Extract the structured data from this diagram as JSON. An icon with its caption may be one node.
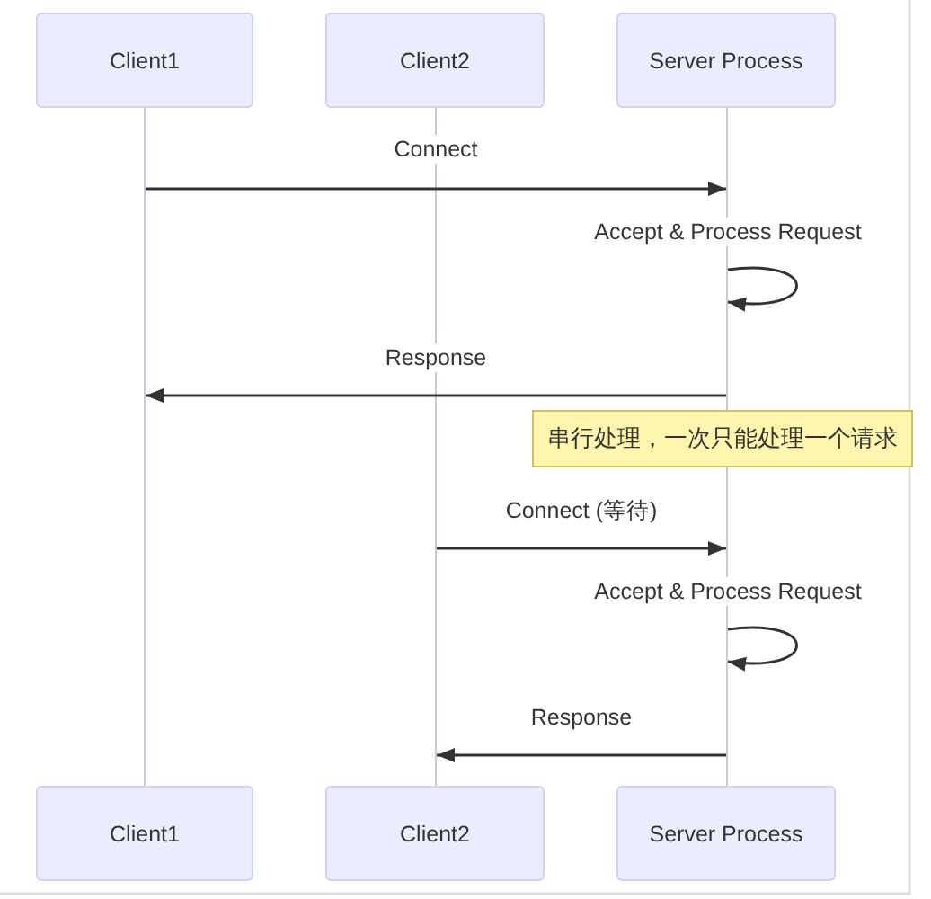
{
  "diagram": {
    "nodes": [
      {
        "text": [
          "Client1"
        ]
      },
      {
        "text": [
          "Client2"
        ]
      },
      {
        "text": [
          "Server Process"
        ]
      },
      {
        "text": [],
        "shape": "line"
      },
      {
        "text": [],
        "shape": "line"
      },
      {
        "text": [],
        "shape": "line"
      },
      {
        "text": [
          "串行处理，一次只能处理一个请求"
        ]
      },
      {
        "text": [
          "Client1"
        ]
      },
      {
        "text": [
          "Client2"
        ]
      },
      {
        "text": [
          "Server Process"
        ]
      }
    ],
    "edges": [
      {
        "from": 3,
        "to": 5,
        "arrow": "to",
        "label": "Connect"
      },
      {
        "from": 5,
        "to": 5,
        "arrow": "to",
        "label": "Accept & Process Request"
      },
      {
        "from": 5,
        "to": 3,
        "arrow": "to",
        "label": "Response"
      },
      {
        "from": 4,
        "to": 5,
        "arrow": "to",
        "label": "Connect (等待)"
      },
      {
        "from": 5,
        "to": 5,
        "arrow": "to",
        "label": "Accept & Process Request"
      },
      {
        "from": 5,
        "to": 4,
        "arrow": "to",
        "label": "Response"
      }
    ]
  }
}
